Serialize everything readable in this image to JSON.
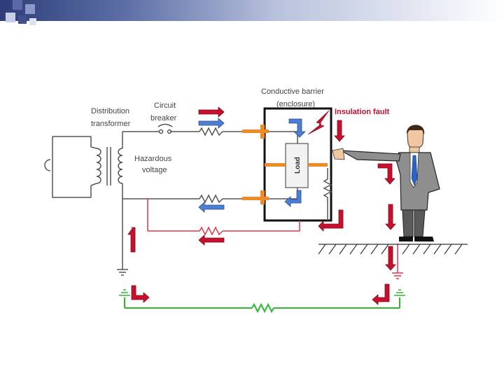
{
  "labels": {
    "distribution_transformer_1": "Distribution",
    "distribution_transformer_2": "transformer",
    "circuit_breaker_1": "Circuit",
    "circuit_breaker_2": "breaker",
    "hazardous_voltage_1": "Hazardous",
    "hazardous_voltage_2": "voltage",
    "conductive_barrier_1": "Conductive barrier",
    "conductive_barrier_2": "(enclosure)",
    "insulation_fault": "Insulation fault",
    "load": "Load"
  },
  "colors": {
    "wire": "#555555",
    "fault_path": "#e0354a",
    "earth_return": "#2db82d",
    "current_normal": "#4a7fd4",
    "current_fault": "#c8102e",
    "insulator": "#f08a24",
    "title_bar": "#2d3e7a"
  },
  "icons": [
    "person-icon",
    "lightning-bolt-icon",
    "ground-symbol-icon",
    "resistor-icon",
    "transformer-coil-icon"
  ]
}
